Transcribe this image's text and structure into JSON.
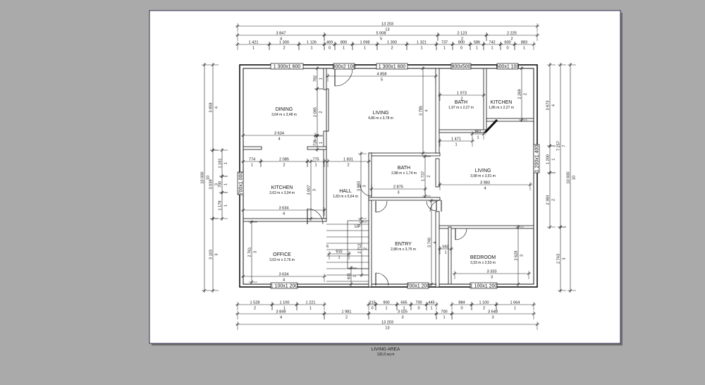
{
  "colors": {
    "background": "#aaaaaa",
    "sheet": "#ffffff",
    "lines": "#111111"
  },
  "dimensions": {
    "top_total": {
      "value": "13 203",
      "count": "13"
    },
    "top_groups": [
      {
        "value": "3 847",
        "count": "4"
      },
      {
        "value": "5 008",
        "count": "5"
      },
      {
        "value": "2 123",
        "count": "2"
      },
      {
        "value": "2 225",
        "count": "2"
      }
    ],
    "top_segments": [
      {
        "value": "1 421",
        "count": "1"
      },
      {
        "value": "1 300",
        "count": "2"
      },
      {
        "value": "1 126",
        "count": "1"
      },
      {
        "value": "469",
        "count": "0"
      },
      {
        "value": "800",
        "count": "1"
      },
      {
        "value": "1 098",
        "count": "1"
      },
      {
        "value": "1 300",
        "count": "2"
      },
      {
        "value": "1 321",
        "count": "1"
      },
      {
        "value": "737",
        "count": "1"
      },
      {
        "value": "800",
        "count": "0"
      },
      {
        "value": "586",
        "count": "1"
      },
      {
        "value": "742",
        "count": "1"
      },
      {
        "value": "600",
        "count": "0"
      },
      {
        "value": "883",
        "count": "1"
      }
    ],
    "bottom_segments": [
      {
        "value": "1 528",
        "count": "2"
      },
      {
        "value": "1 100",
        "count": "1"
      },
      {
        "value": "1 221",
        "count": "1"
      },
      {
        "value": "315",
        "count": "0"
      },
      {
        "value": "900",
        "count": "1"
      },
      {
        "value": "665",
        "count": "1"
      },
      {
        "value": "700",
        "count": "0"
      },
      {
        "value": "445",
        "count": "1"
      },
      {
        "value": "884",
        "count": "0"
      },
      {
        "value": "1 100",
        "count": "2"
      },
      {
        "value": "1 664",
        "count": "1"
      }
    ],
    "bottom_groups": [
      {
        "value": "3 849",
        "count": "4"
      },
      {
        "value": "1 981",
        "count": "2"
      },
      {
        "value": "3 025",
        "count": "3"
      },
      {
        "value": "700",
        "count": "1"
      },
      {
        "value": "3 648",
        "count": "3"
      }
    ],
    "bottom_total": {
      "value": "13 203",
      "count": "13"
    },
    "left_total": {
      "value": "10 000",
      "count": "10"
    },
    "left_groups": [
      {
        "value": "3 858",
        "count": "4"
      },
      {
        "value": "3 039",
        "count": "3"
      },
      {
        "value": "3 103",
        "count": "3"
      }
    ],
    "left_segments": [
      {
        "value": "1 161",
        "count": "1"
      },
      {
        "value": "700",
        "count": "1"
      },
      {
        "value": "1 178",
        "count": "1"
      }
    ],
    "right_segments": [
      {
        "value": "3 673",
        "count": "4"
      },
      {
        "value": "1 200",
        "count": "1"
      },
      {
        "value": "2 384",
        "count": "2"
      }
    ],
    "right_groups": [
      {
        "value": "7 257",
        "count": "7"
      },
      {
        "value": "2 743",
        "count": "3"
      }
    ],
    "right_total": {
      "value": "10 000",
      "count": "10"
    },
    "interior": [
      {
        "value": "782",
        "count": "1"
      },
      {
        "value": "2 085",
        "count": "2"
      },
      {
        "value": "726",
        "count": "1"
      },
      {
        "value": "4 858",
        "count": "5"
      },
      {
        "value": "3 785",
        "count": "4"
      },
      {
        "value": "3 634",
        "count": "4"
      },
      {
        "value": "774",
        "count": "1"
      },
      {
        "value": "2 085",
        "count": "2"
      },
      {
        "value": "775",
        "count": "1"
      },
      {
        "value": "1 831",
        "count": "2"
      },
      {
        "value": "3 007",
        "count": "3"
      },
      {
        "value": "3 634",
        "count": "4"
      },
      {
        "value": "3 883",
        "count": "3"
      },
      {
        "value": "2 875",
        "count": "3"
      },
      {
        "value": "1 737",
        "count": "2"
      },
      {
        "value": "1 973",
        "count": "2"
      },
      {
        "value": "2 269",
        "count": "2"
      },
      {
        "value": "861",
        "count": "1"
      },
      {
        "value": "1 471",
        "count": "1"
      },
      {
        "value": "3 983",
        "count": "4"
      },
      {
        "value": "550",
        "count": "1"
      },
      {
        "value": "2 628",
        "count": "3"
      },
      {
        "value": "3 333",
        "count": "3"
      },
      {
        "value": "3 740",
        "count": "4"
      },
      {
        "value": "2 761",
        "count": "3"
      },
      {
        "value": "3 634",
        "count": "4"
      },
      {
        "value": "915",
        "count": "1"
      },
      {
        "value": "2 712",
        "count": "2"
      },
      {
        "value": "631",
        "count": "1"
      }
    ]
  },
  "rooms": [
    {
      "name": "DINING",
      "size": "3,64 m x 3,48 m"
    },
    {
      "name": "LIVING",
      "size": "4,86 m x 3,78 m"
    },
    {
      "name": "KITCHEN",
      "size": "3,63 m x 3,04 m"
    },
    {
      "name": "HALL",
      "size": "1,83 m x 5,64 m"
    },
    {
      "name": "BATH",
      "size": "2,88 m x 1,74 m"
    },
    {
      "name": "OFFICE",
      "size": "3,63 m x 2,76 m"
    },
    {
      "name": "ENTRY",
      "size": "2,88 m x 3,75 m"
    },
    {
      "name": "BATH",
      "size": "1,97 m x 2,27 m"
    },
    {
      "name": "KITCHEN",
      "size": "1,86 m x 2,27 m"
    },
    {
      "name": "LIVING",
      "size": "3,98 m x 3,91 m"
    },
    {
      "name": "BEDROOM",
      "size": "3,33 m x 2,53 m"
    }
  ],
  "openings": [
    "1 300x1 600",
    "800x2 100",
    "1 300x1 600",
    "800x500",
    "600x1 100",
    "700x1 000",
    "1 200x1 400",
    "1 100x1 200",
    "700x1 200",
    "1 100x1 200"
  ],
  "stairs": {
    "up_label": "UP",
    "steps": "6"
  },
  "footer": {
    "title": "LIVING AREA",
    "area": "132,0 sq m"
  }
}
